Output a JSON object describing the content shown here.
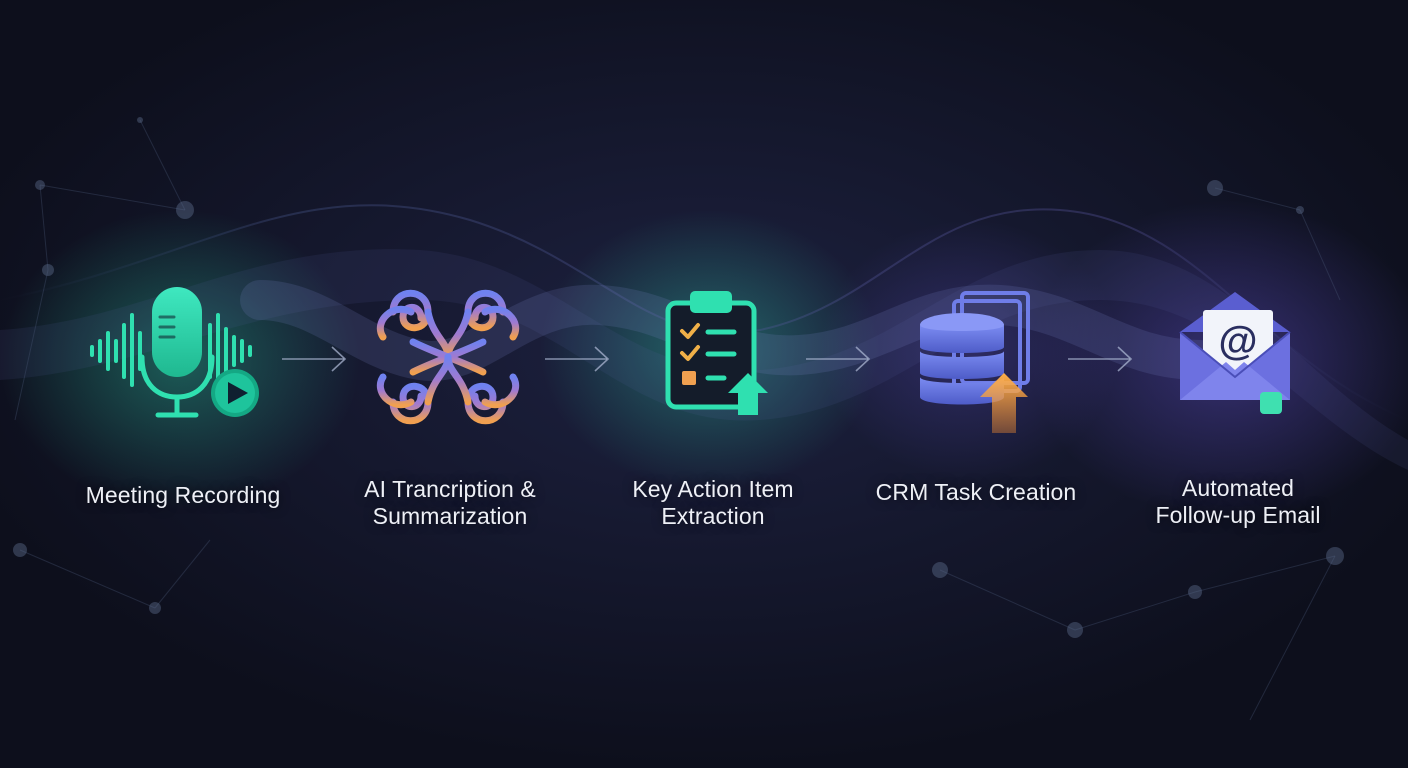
{
  "colors": {
    "background": "#0f1120",
    "teal": "#2fe0b0",
    "blue_violet": "#6f7de8",
    "orange": "#f0a050",
    "label_text": "#eef0f6"
  },
  "steps": [
    {
      "label_line1": "Meeting Recording",
      "label_line2": "",
      "icon": "microphone-play-icon"
    },
    {
      "label_line1": "AI Trancription &",
      "label_line2": "Summarization",
      "icon": "knot-brain-icon"
    },
    {
      "label_line1": "Key Action Item",
      "label_line2": "Extraction",
      "icon": "checklist-clipboard-icon"
    },
    {
      "label_line1": "CRM Task Creation",
      "label_line2": "",
      "icon": "database-upload-icon"
    },
    {
      "label_line1": "Automated",
      "label_line2": "Follow-up Email",
      "icon": "email-envelope-icon"
    }
  ],
  "connectors": [
    {
      "icon": "arrow-right-icon"
    },
    {
      "icon": "arrow-right-icon"
    },
    {
      "icon": "arrow-right-icon"
    },
    {
      "icon": "arrow-right-icon"
    }
  ]
}
